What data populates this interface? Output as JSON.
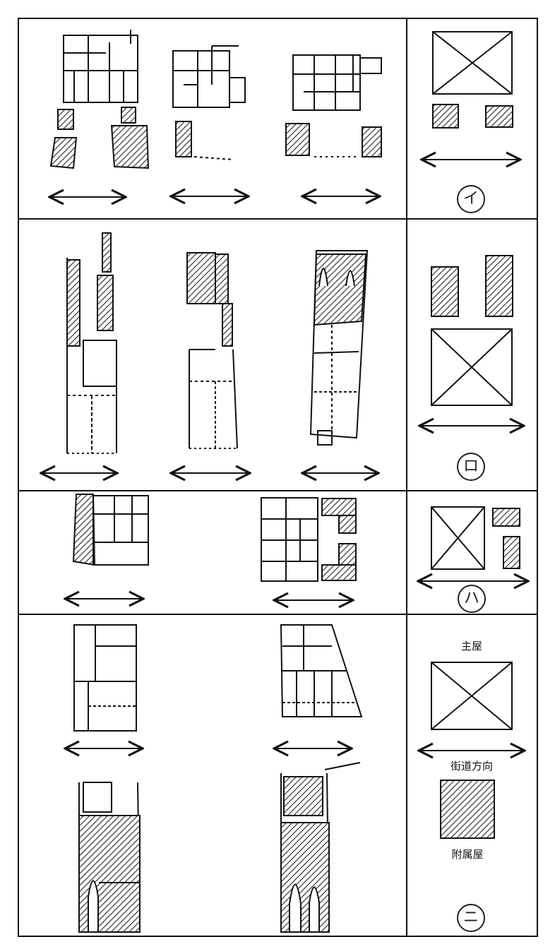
{
  "figure": {
    "legend": {
      "main_building": "主屋",
      "street_direction": "街道方向",
      "annex": "附属屋"
    },
    "row_markers": [
      "イ",
      "ロ",
      "ハ",
      "ニ"
    ],
    "colors": {
      "ink": "#111111",
      "hatch": "#333333",
      "paper": "#ffffff"
    }
  }
}
